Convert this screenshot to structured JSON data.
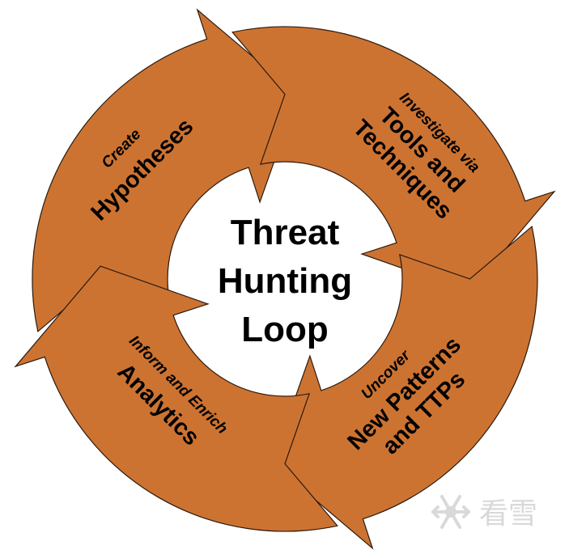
{
  "diagram": {
    "fill_color": "#cd7331",
    "center": {
      "lines": [
        "Threat",
        "Hunting",
        "Loop"
      ]
    },
    "steps": [
      {
        "small": "Create",
        "big": [
          "Hypotheses"
        ]
      },
      {
        "small": "Investigate via",
        "big": [
          "Tools and",
          "Techniques"
        ]
      },
      {
        "small": "Uncover",
        "big": [
          "New Patterns",
          "and TTPs"
        ]
      },
      {
        "small": "Inform and Enrich",
        "big": [
          "Analytics"
        ]
      }
    ]
  },
  "watermark": {
    "text": "看雪",
    "icon": "snowflake-icon"
  }
}
